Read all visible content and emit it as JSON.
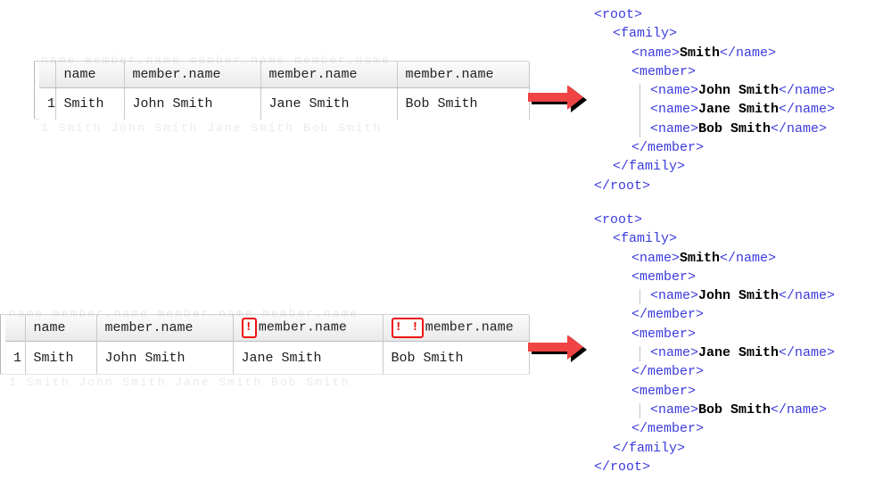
{
  "tables": [
    {
      "id": "flattened-table-top",
      "row_number": "1",
      "headers": [
        "name",
        "member.name",
        "member.name",
        "member.name"
      ],
      "markers": [
        "",
        "",
        "",
        ""
      ],
      "rows": [
        [
          "Smith",
          "John Smith",
          "Jane Smith",
          "Bob Smith"
        ]
      ]
    },
    {
      "id": "flattened-table-bottom",
      "row_number": "1",
      "headers": [
        "name",
        "member.name",
        "member.name",
        "member.name"
      ],
      "markers": [
        "",
        "",
        "!",
        "! !"
      ],
      "rows": [
        [
          "Smith",
          "John Smith",
          "Jane Smith",
          "Bob Smith"
        ]
      ]
    }
  ],
  "arrows": [
    {
      "name": "arrow-top",
      "direction": "right",
      "fill": "#f04444",
      "shadow": "#000000"
    },
    {
      "name": "arrow-bottom",
      "direction": "right",
      "fill": "#f04444",
      "shadow": "#000000"
    }
  ],
  "code_blocks": [
    {
      "id": "xml-top",
      "lines": [
        {
          "indent": 0,
          "tag_open": "<root>",
          "value": "",
          "tag_close": ""
        },
        {
          "indent": 1,
          "tag_open": "<family>",
          "value": "",
          "tag_close": ""
        },
        {
          "indent": 2,
          "tag_open": "<name>",
          "value": "Smith",
          "tag_close": "</name>"
        },
        {
          "indent": 2,
          "tag_open": "<member>",
          "value": "",
          "tag_close": ""
        },
        {
          "indent": 3,
          "tag_open": "<name>",
          "value": "John Smith",
          "tag_close": "</name>"
        },
        {
          "indent": 3,
          "tag_open": "<name>",
          "value": "Jane Smith",
          "tag_close": "</name>"
        },
        {
          "indent": 3,
          "tag_open": "<name>",
          "value": "Bob Smith",
          "tag_close": "</name>"
        },
        {
          "indent": 2,
          "tag_open": "</member>",
          "value": "",
          "tag_close": ""
        },
        {
          "indent": 1,
          "tag_open": "</family>",
          "value": "",
          "tag_close": ""
        },
        {
          "indent": 0,
          "tag_open": "</root>",
          "value": "",
          "tag_close": ""
        }
      ]
    },
    {
      "id": "xml-bottom",
      "lines": [
        {
          "indent": 0,
          "tag_open": "<root>",
          "value": "",
          "tag_close": ""
        },
        {
          "indent": 1,
          "tag_open": "<family>",
          "value": "",
          "tag_close": ""
        },
        {
          "indent": 2,
          "tag_open": "<name>",
          "value": "Smith",
          "tag_close": "</name>"
        },
        {
          "indent": 2,
          "tag_open": "<member>",
          "value": "",
          "tag_close": ""
        },
        {
          "indent": 3,
          "tag_open": "<name>",
          "value": "John Smith",
          "tag_close": "</name>"
        },
        {
          "indent": 2,
          "tag_open": "</member>",
          "value": "",
          "tag_close": ""
        },
        {
          "indent": 2,
          "tag_open": "<member>",
          "value": "",
          "tag_close": ""
        },
        {
          "indent": 3,
          "tag_open": "<name>",
          "value": "Jane Smith",
          "tag_close": "</name>"
        },
        {
          "indent": 2,
          "tag_open": "</member>",
          "value": "",
          "tag_close": ""
        },
        {
          "indent": 2,
          "tag_open": "<member>",
          "value": "",
          "tag_close": ""
        },
        {
          "indent": 3,
          "tag_open": "<name>",
          "value": "Bob Smith",
          "tag_close": "</name>"
        },
        {
          "indent": 2,
          "tag_open": "</member>",
          "value": "",
          "tag_close": ""
        },
        {
          "indent": 1,
          "tag_open": "</family>",
          "value": "",
          "tag_close": ""
        },
        {
          "indent": 0,
          "tag_open": "</root>",
          "value": "",
          "tag_close": ""
        }
      ]
    }
  ],
  "colors": {
    "tag": "#3b3bdd",
    "value": "#000000",
    "marker": "#ee1111",
    "arrow": "#f04444",
    "header_bg": "#f1f1f1",
    "grid_line": "#c9c9c9"
  }
}
